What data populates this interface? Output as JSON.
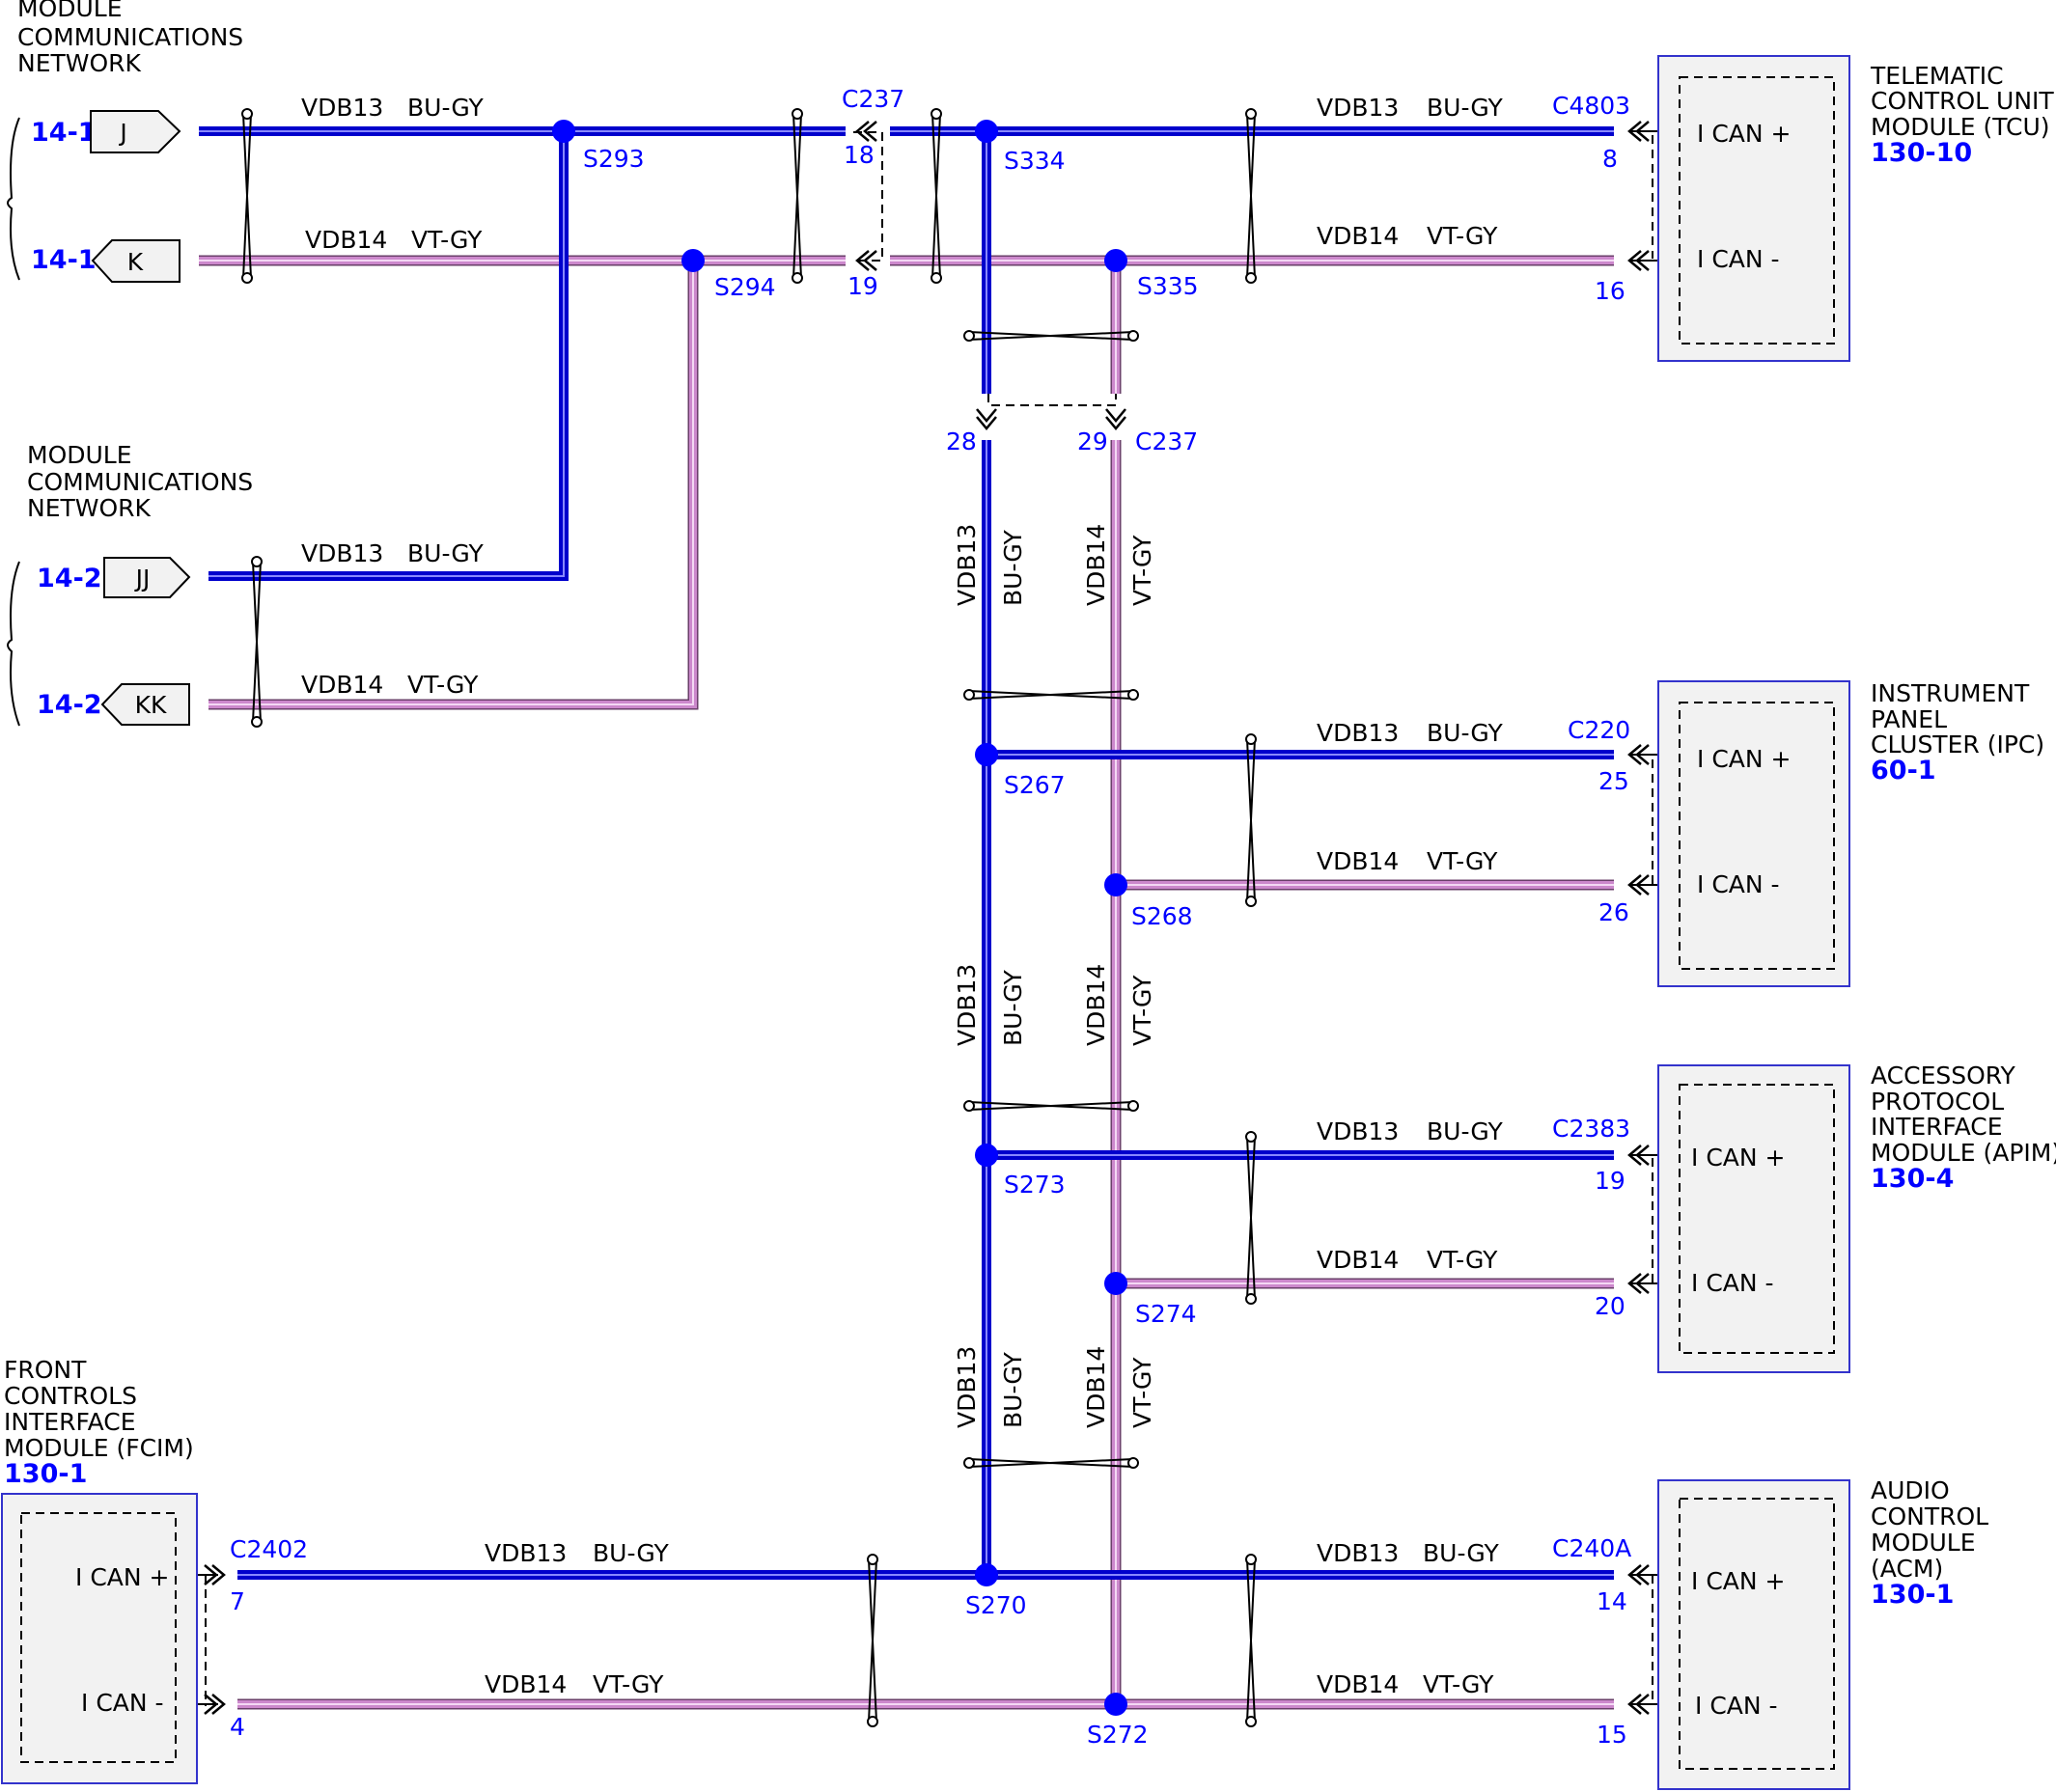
{
  "colors": {
    "can_high_wire": "#0000cc",
    "can_low_wire": "#cc88cc",
    "splice": "#0000ff",
    "label_blue": "#0000ff",
    "module_fill": "#f2f2f2",
    "module_border": "#3333cc"
  },
  "wires": {
    "high": {
      "circuit": "VDB13",
      "color": "BU-GY"
    },
    "low": {
      "circuit": "VDB14",
      "color": "VT-GY"
    }
  },
  "network": {
    "top_title": [
      "MODULE",
      "COMMUNICATIONS",
      "NETWORK"
    ],
    "mid_title": [
      "MODULE",
      "COMMUNICATIONS",
      "NETWORK"
    ],
    "ref1": "14-1",
    "ref2": "14-2",
    "conn_j": "J",
    "conn_k": "K",
    "conn_jj": "JJ",
    "conn_kk": "KK"
  },
  "splices": {
    "s293": "S293",
    "s294": "S294",
    "s334": "S334",
    "s335": "S335",
    "s267": "S267",
    "s268": "S268",
    "s273": "S273",
    "s274": "S274",
    "s270": "S270",
    "s272": "S272"
  },
  "connectors": {
    "c237": "C237",
    "c237_pin18": "18",
    "c237_pin19": "19",
    "c237_pin28": "28",
    "c237_pin29": "29",
    "c4803": "C4803",
    "c4803_pin8": "8",
    "c4803_pin16": "16",
    "c220": "C220",
    "c220_pin25": "25",
    "c220_pin26": "26",
    "c2383": "C2383",
    "c2383_pin19": "19",
    "c2383_pin20": "20",
    "c240a": "C240A",
    "c240a_pin14": "14",
    "c240a_pin15": "15",
    "c2402": "C2402",
    "c2402_pin7": "7",
    "c2402_pin4": "4"
  },
  "pins": {
    "can_plus": "I CAN +",
    "can_minus": "I CAN -"
  },
  "modules": {
    "tcu": {
      "lines": [
        "TELEMATIC",
        "CONTROL UNIT",
        "MODULE (TCU)"
      ],
      "ref": "130-10"
    },
    "ipc": {
      "lines": [
        "INSTRUMENT",
        "PANEL",
        "CLUSTER (IPC)"
      ],
      "ref": "60-1"
    },
    "apim": {
      "lines": [
        "ACCESSORY",
        "PROTOCOL",
        "INTERFACE",
        "MODULE (APIM)"
      ],
      "ref": "130-4"
    },
    "acm": {
      "lines": [
        "AUDIO",
        "CONTROL",
        "MODULE",
        "(ACM)"
      ],
      "ref": "130-1"
    },
    "fcim": {
      "lines": [
        "FRONT",
        "CONTROLS",
        "INTERFACE",
        "MODULE (FCIM)"
      ],
      "ref": "130-1"
    }
  }
}
